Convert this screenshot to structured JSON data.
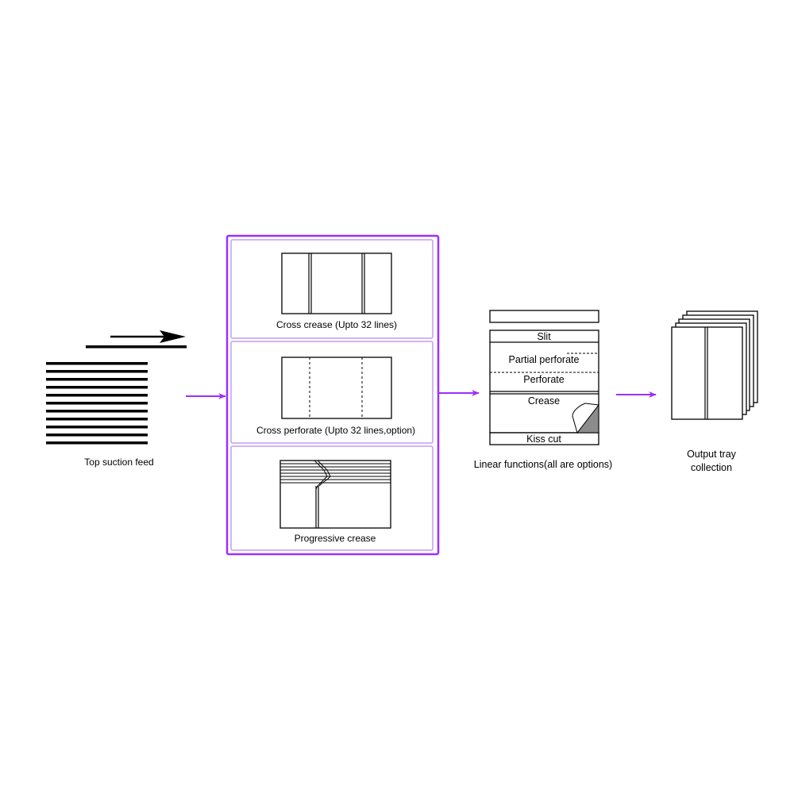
{
  "colors": {
    "accent": "#9b30ff",
    "stroke": "#000000",
    "peel_fill": "#8c8c8c"
  },
  "feed": {
    "label": "Top suction feed"
  },
  "process_panel": {
    "cross_crease_label": "Cross crease (Upto 32 lines)",
    "cross_perforate_label": "Cross perforate (Upto 32 lines,option)",
    "progressive_crease_label": "Progressive crease"
  },
  "linear": {
    "slit": "Slit",
    "partial_perforate": "Partial perforate",
    "perforate": "Perforate",
    "crease": "Crease",
    "kiss_cut": "Kiss cut",
    "caption": "Linear functions(all are options)"
  },
  "output": {
    "label_line1": "Output tray",
    "label_line2": "collection"
  }
}
